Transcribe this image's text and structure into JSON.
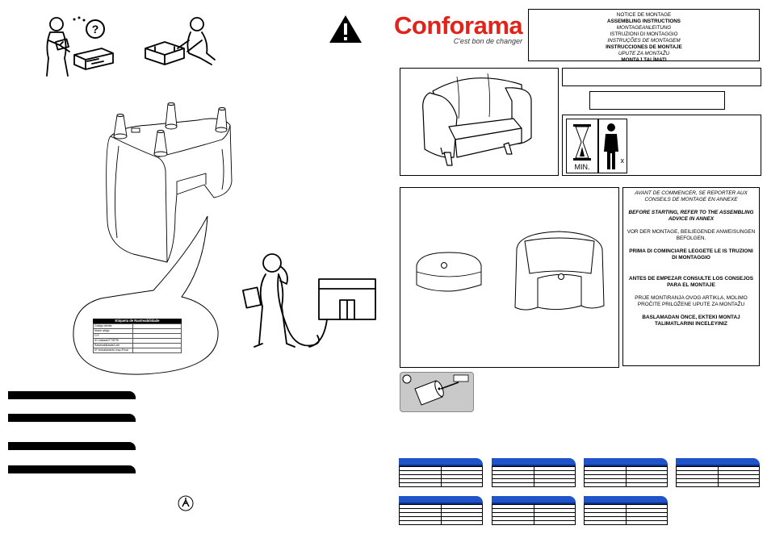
{
  "brand": {
    "name": "Conforama",
    "tagline": "C'est bon de changer",
    "color": "#e2231a"
  },
  "instructions_titles": [
    {
      "text": "NOTICE DE MONTAGE",
      "style": "normal"
    },
    {
      "text": "ASSEMBLING INSTRUCTIONS",
      "style": "bold"
    },
    {
      "text": "MONTAGEANLEITUNG",
      "style": "italic"
    },
    {
      "text": "ISTRUZIONI DI MONTAGGIO",
      "style": "normal"
    },
    {
      "text": "INSTRUÇÕES DE MONTAGEM",
      "style": "italic"
    },
    {
      "text": "INSTRUCCIONES DE MONTAJE",
      "style": "bold"
    },
    {
      "text": "UPUTE ZA MONTAŽU",
      "style": "italic"
    },
    {
      "text": "MONTAJ TALİMATI",
      "style": "bold"
    }
  ],
  "min_label": "MIN.",
  "persons_label": "x",
  "advice": [
    {
      "text": "AVANT DE COMMENCER, SE REPORTER AUX CONSEILS DE MONTAGE  EN ANNEXE",
      "style": "italic"
    },
    {
      "text": "BEFORE STARTING, REFER TO THE ASSEMBLING ADVICE IN ANNEX",
      "style": "bold-italic"
    },
    {
      "text": "VOR DER MONTAGE, BEILIEGENDE ANWEISUNGEN BEFOLGEN.",
      "style": "normal"
    },
    {
      "text": "PRIMA DI COMINCIARE LEGGETE LE IS TRUZIONI DI MONTAGGIO",
      "style": "bold"
    },
    {
      "text": "ANTES DE EMPEZAR CONSULTE LOS CONSEJOS PARA EL MONTAJE",
      "style": "bold"
    },
    {
      "text": "PRIJE MONTIRANJA OVOG ARTIKLA, MOLIMO PROČITE PRILOŽENE UPUTE ZA MONTAŽU",
      "style": "normal"
    },
    {
      "text": "BASLAMADAN ÖNCE, EKTEKI MONTAJ TALIMATLARINI INCELEYINIZ",
      "style": "bold"
    }
  ],
  "traceability": {
    "title": "Etiqueta de Rastreabilidade",
    "rows": [
      "Código cliente",
      "Nome artigo",
      "O.F.",
      "ID Unidade/TTSPRI",
      "Rastreabilidade/Lote",
      "Nº embalamento Insp./Final"
    ]
  },
  "colors": {
    "table_header": "#1e53c9"
  }
}
